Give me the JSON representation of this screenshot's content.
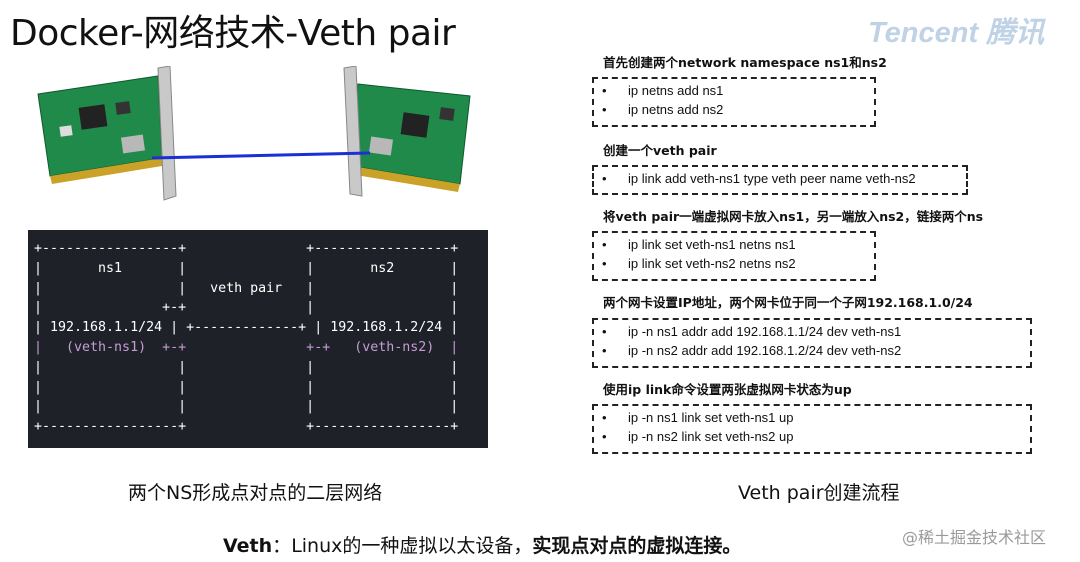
{
  "title": "Docker-网络技术-Veth pair",
  "logo": {
    "brand": "Tencent 腾讯"
  },
  "terminal": {
    "lines": [
      "+-----------------+               +-----------------+",
      "|       ns1       |               |       ns2       |",
      "|                 |   veth pair   |                 |",
      "|               +-+               |                 |",
      "| 192.168.1.1/24 | +-------------+ | 192.168.1.2/24 |",
      "|   (veth-ns1)  +-+               +-+   (veth-ns2)  |",
      "|                 |               |                 |",
      "|                 |               |                 |",
      "|                 |               |                 |",
      "+-----------------+               +-----------------+"
    ]
  },
  "captions": {
    "left": "两个NS形成点对点的二层网络",
    "right": "Veth pair创建流程"
  },
  "steps": [
    {
      "title": "首先创建两个network namespace ns1和ns2",
      "commands": [
        "ip netns add ns1",
        "ip netns add ns2"
      ]
    },
    {
      "title": "创建一个veth pair",
      "commands": [
        "ip link add veth-ns1 type veth peer name veth-ns2"
      ]
    },
    {
      "title": "将veth pair一端虚拟网卡放入ns1，另一端放入ns2，链接两个ns",
      "commands": [
        "ip link set veth-ns1 netns ns1",
        "ip link set veth-ns2 netns ns2"
      ]
    },
    {
      "title": "两个网卡设置IP地址，两个网卡位于同一个子网192.168.1.0/24",
      "commands": [
        "ip -n ns1 addr add 192.168.1.1/24 dev veth-ns1",
        "ip -n ns2 addr add 192.168.1.2/24 dev veth-ns2"
      ]
    },
    {
      "title": "使用ip link命令设置两张虚拟网卡状态为up",
      "commands": [
        "ip -n ns1 link set veth-ns1 up",
        "ip -n ns2 link set veth-ns2 up"
      ]
    }
  ],
  "bullet_char": "•",
  "bottom": {
    "term": "Veth",
    "separator": "：",
    "text": "Linux的一种虚拟以太设备，",
    "emphasis": "实现点对点的虚拟连接。"
  },
  "watermark": "@稀土掘金技术社区",
  "colors": {
    "link_line": "#1a2fd6",
    "pcb_green": "#1f8a4a",
    "terminal_bg": "#1e2228",
    "veth_label": "#c79bd6",
    "logo": "#bfd2e6"
  },
  "icons": [
    "network-card-icon",
    "network-card-icon"
  ]
}
